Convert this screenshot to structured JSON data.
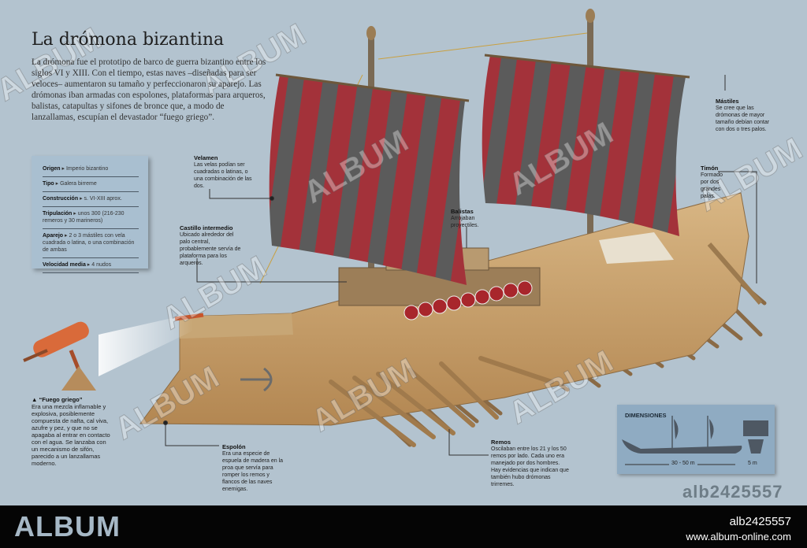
{
  "title": "La drómona bizantina",
  "intro": "La drómona fue el prototipo de barco de guerra bizantino entre los siglos VI y XIII. Con el tiempo, estas naves –diseñadas para ser veloces– aumentaron su tamaño y perfeccionaron su aparejo. Las drómonas iban armadas con espolones, plataformas para arqueros, balistas, catapultas y sifones de bronce que, a modo de lanzallamas, escupían el devastador “fuego griego”.",
  "facts": [
    {
      "label": "Origen",
      "value": "Imperio bizantino"
    },
    {
      "label": "Tipo",
      "value": "Galera birreme"
    },
    {
      "label": "Construcción",
      "value": "s. VI-XIII aprox."
    },
    {
      "label": "Tripulación",
      "value": "unos 300 (216-230 remeros y 30 marineros)"
    },
    {
      "label": "Aparejo",
      "value": "2 o 3 mástiles con vela cuadrada o latina, o una combinación de ambas"
    },
    {
      "label": "Velocidad media",
      "value": "4 nudos"
    }
  ],
  "callouts": {
    "velamen": {
      "title": "Velamen",
      "text": "Las velas podían ser cuadradas o latinas, o una combinación de las dos."
    },
    "castillo": {
      "title": "Castillo intermedio",
      "text": "Ubicado alrededor del palo central, probablemente servía de plataforma para los arqueros."
    },
    "balistas": {
      "title": "Balistas",
      "text": "Arrojaban proyectiles."
    },
    "mastiles": {
      "title": "Mástiles",
      "text": "Se cree que las drómonas de mayor tamaño debían contar con dos o tres palos."
    },
    "timon": {
      "title": "Timón",
      "text": "Formado por dos grandes palas."
    },
    "fuego": {
      "title": "▲ “Fuego griego”",
      "text": "Era una mezcla inflamable y explosiva, posiblemente compuesta de nafta, cal viva, azufre y pez, y que no se apagaba al entrar en contacto con el agua. Se lanzaba con un mecanismo de sifón, parecido a un lanzallamas moderno."
    },
    "espolon": {
      "title": "Espolón",
      "text": "Era una especie de espuela de madera en la proa que servía para romper los remos y flancos de las naves enemigas."
    },
    "remos": {
      "title": "Remos",
      "text": "Oscilaban entre los 21 y los 50 remos por lado. Cada uno era manejado por dos hombres. Hay evidencias que indican que también hubo drómonas trirremes."
    }
  },
  "dimensions": {
    "title": "DIMENSIONES",
    "length": "30 - 50 m",
    "width": "5 m"
  },
  "watermark": "ALBUM",
  "image_code": "alb2425557",
  "footer": {
    "logo": "ALBUM",
    "id": "alb2425557",
    "url": "www.album-online.com"
  },
  "colors": {
    "background": "#b3c3cf",
    "sail_red": "#a3323a",
    "sail_gray": "#5d5d5d",
    "wood": "#c9a26c"
  }
}
